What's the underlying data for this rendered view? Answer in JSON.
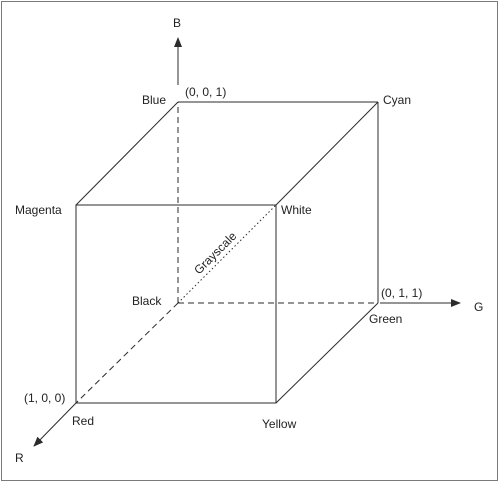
{
  "axes": {
    "b_label": "B",
    "g_label": "G",
    "r_label": "R"
  },
  "vertices": {
    "blue": "Blue",
    "cyan": "Cyan",
    "magenta": "Magenta",
    "white": "White",
    "black": "Black",
    "green": "Green",
    "red": "Red",
    "yellow": "Yellow"
  },
  "coordinates": {
    "blue": "(0, 0, 1)",
    "green": "(0, 1, 1)",
    "red": "(1, 0, 0)"
  },
  "diagonal_label": "Grayscale",
  "colors": {
    "line": "#2b2b2b",
    "text": "#222222",
    "frame": "#7a7a7a"
  }
}
